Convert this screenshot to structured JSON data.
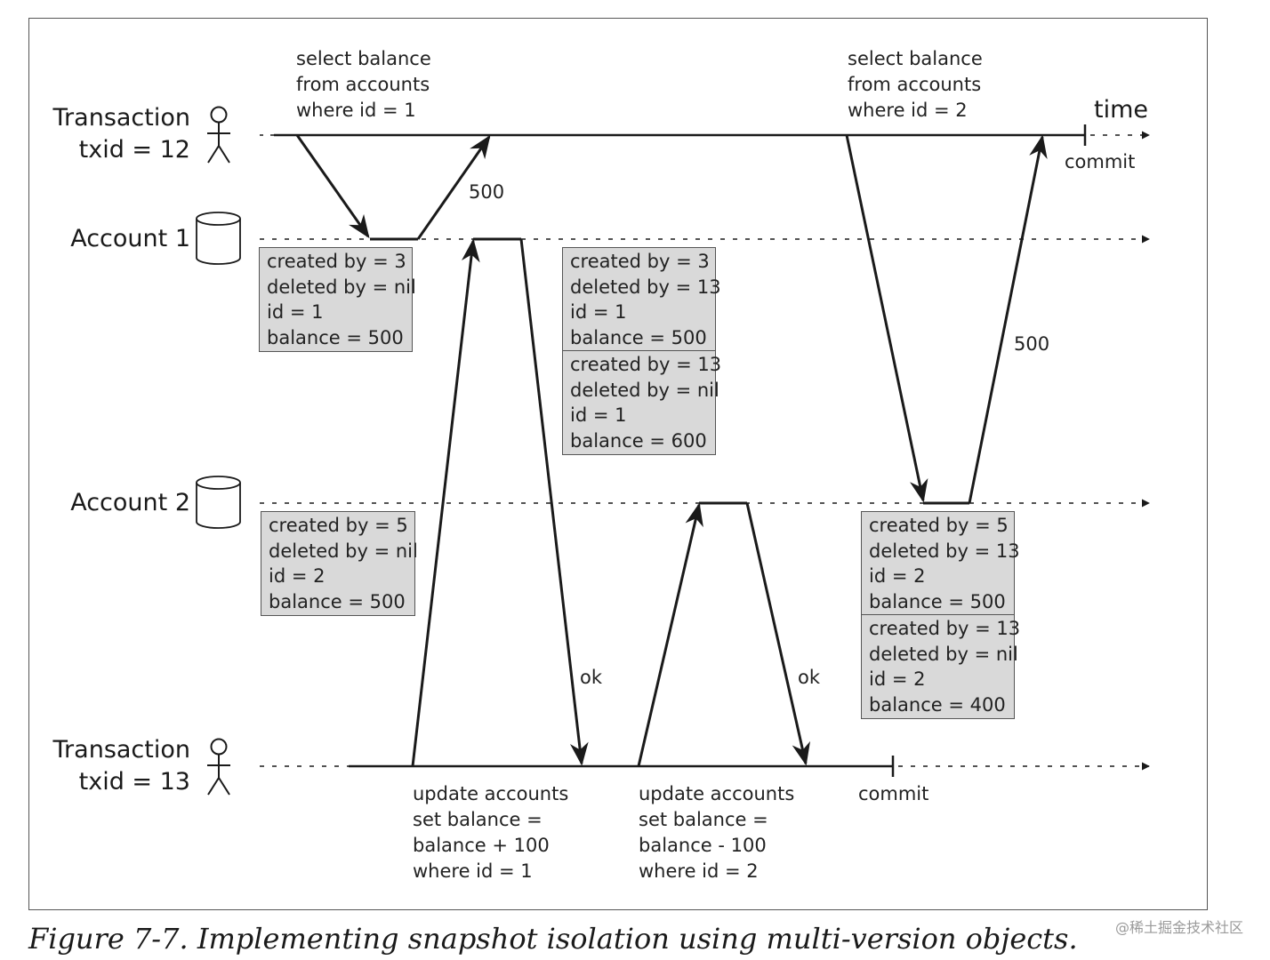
{
  "participants": {
    "tx12": "Transaction\ntxid = 12",
    "account1": "Account 1",
    "account2": "Account 2",
    "tx13": "Transaction\ntxid = 13"
  },
  "time_label": "time",
  "queries": {
    "tx12_select1": "select balance\nfrom accounts\nwhere id = 1",
    "tx12_select2": "select balance\nfrom accounts\nwhere id = 2",
    "tx13_update1": "update accounts\nset balance =\nbalance + 100\nwhere id = 1",
    "tx13_update2": "update accounts\nset balance =\nbalance - 100\nwhere id = 2"
  },
  "responses": {
    "read1": "500",
    "read2": "500",
    "write1": "ok",
    "write2": "ok"
  },
  "commits": {
    "tx12": "commit",
    "tx13": "commit"
  },
  "records": {
    "a1_initial": "created by = 3\ndeleted by = nil\nid = 1\nbalance = 500",
    "a1_old": "created by = 3\ndeleted by = 13\nid = 1\nbalance = 500",
    "a1_new": "created by = 13\ndeleted by = nil\nid = 1\nbalance = 600",
    "a2_initial": "created by = 5\ndeleted by = nil\nid = 2\nbalance = 500",
    "a2_old": "created by = 5\ndeleted by = 13\nid = 2\nbalance = 500",
    "a2_new": "created by = 13\ndeleted by = nil\nid = 2\nbalance = 400"
  },
  "caption": "Figure 7-7. Implementing snapshot isolation using multi-version objects.",
  "watermark": "@稀土掘金技术社区",
  "colors": {
    "line": "#1a1a1a",
    "record_fill": "#d9d9d9",
    "record_border": "#555555"
  }
}
